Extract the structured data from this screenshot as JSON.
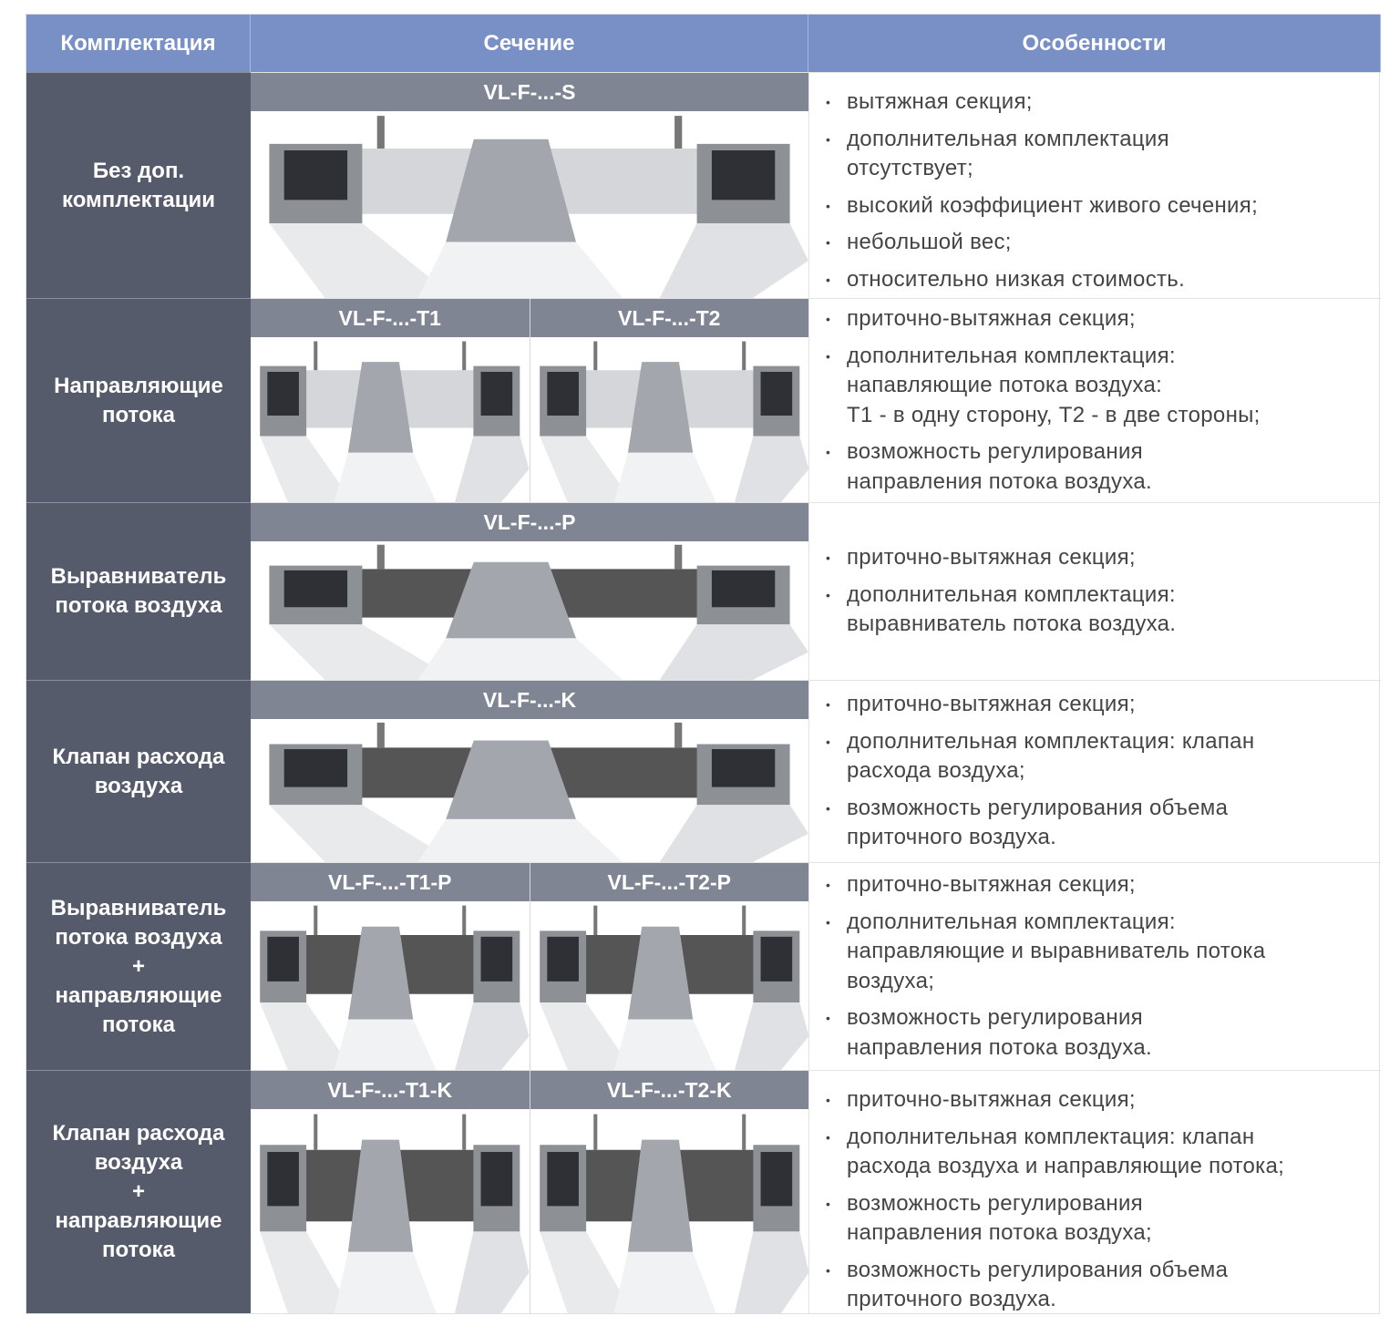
{
  "header": {
    "col1": "Комплектация",
    "col2": "Сечение",
    "col3": "Особенности"
  },
  "colors": {
    "header": "#7890c6",
    "config_col": "#555b6b",
    "label_band": "#7f8593"
  },
  "rows": [
    {
      "config": "Без доп.\nкомплектации",
      "products": [
        "VL-F-...-S"
      ],
      "features": [
        "вытяжная секция;",
        "дополнительная комплектация\nотсутствует;",
        "высокий коэффициент живого сечения;",
        "небольшой вес;",
        "относительно низкая стоимость."
      ]
    },
    {
      "config": "Направляющие\nпотока",
      "products": [
        "VL-F-...-T1",
        "VL-F-...-T2"
      ],
      "features": [
        "приточно-вытяжная секция;",
        "дополнительная комплектация:\nнапавляющие потока воздуха:\nТ1 - в одну сторону, Т2 - в две стороны;",
        "возможность регулирования\nнаправления потока воздуха."
      ]
    },
    {
      "config": "Выравниватель\nпотока воздуха",
      "products": [
        "VL-F-...-P"
      ],
      "features": [
        "приточно-вытяжная секция;",
        "дополнительная комплектация:\nвыравниватель потока воздуха."
      ]
    },
    {
      "config": "Клапан расхода\nвоздуха",
      "products": [
        "VL-F-...-K"
      ],
      "features": [
        "приточно-вытяжная секция;",
        "дополнительная комплектация: клапан\nрасхода воздуха;",
        "возможность регулирования объема\nприточного воздуха."
      ]
    },
    {
      "config": "Выравниватель\nпотока воздуха\n+\nнаправляющие\nпотока",
      "products": [
        "VL-F-...-T1-P",
        "VL-F-...-T2-P"
      ],
      "features": [
        "приточно-вытяжная секция;",
        "дополнительная комплектация:\nнаправляющие и выравниватель потока\nвоздуха;",
        "возможность регулирования\nнаправления потока воздуха."
      ]
    },
    {
      "config": "Клапан расхода\nвоздуха\n+\nнаправляющие\nпотока",
      "products": [
        "VL-F-...-T1-K",
        "VL-F-...-T2-K"
      ],
      "features": [
        "приточно-вытяжная секция;",
        "дополнительная комплектация: клапан\nрасхода воздуха и направляющие потока;",
        "возможность регулирования\nнаправления потока воздуха;",
        "возможность регулирования объема\nприточного воздуха."
      ]
    }
  ]
}
